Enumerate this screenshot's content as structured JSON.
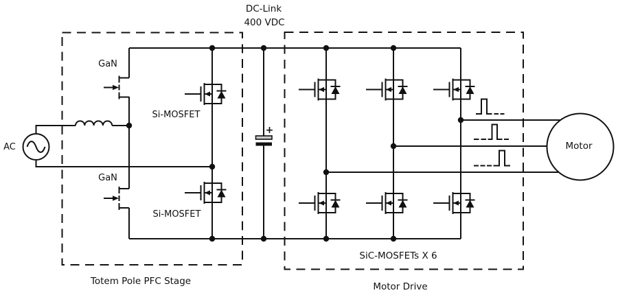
{
  "dc_link": {
    "line1": "DC-Link",
    "line2": "400 VDC",
    "capacitor_polarity": "+"
  },
  "ac_source": {
    "label": "AC"
  },
  "pfc_stage": {
    "gan_upper_label": "GaN",
    "gan_lower_label": "GaN",
    "si_mosfet_upper_label": "Si-MOSFET",
    "si_mosfet_lower_label": "Si-MOSFET",
    "caption": "Totem Pole PFC Stage"
  },
  "motor_drive": {
    "devices_label": "SiC-MOSFETs X 6",
    "caption": "Motor Drive"
  },
  "motor": {
    "label": "Motor"
  },
  "colors": {
    "line": "#111111",
    "background": "#ffffff",
    "capacitor_plate_fill": "#c9c9c9"
  }
}
